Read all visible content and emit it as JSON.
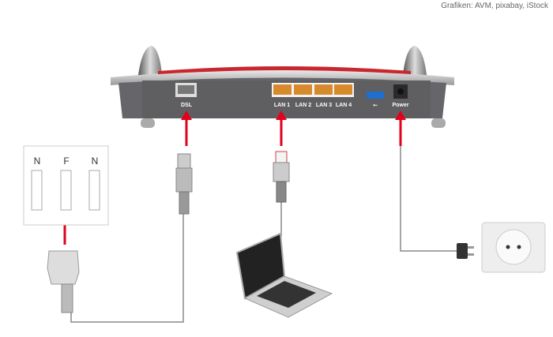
{
  "credit": "Grafiken: AVM, pixabay, iStock",
  "router": {
    "ports": {
      "dsl": "DSL",
      "lan1": "LAN 1",
      "lan2": "LAN 2",
      "lan3": "LAN 3",
      "lan4": "LAN 4",
      "power": "Power"
    },
    "usb_icon": "usb-icon"
  },
  "wall_socket": {
    "labels": [
      "N",
      "F",
      "N"
    ]
  },
  "colors": {
    "arrow": "#e2001a",
    "router_body": "#5f5f62",
    "port_lan": "#d68a2c",
    "usb": "#1e6fd0"
  }
}
